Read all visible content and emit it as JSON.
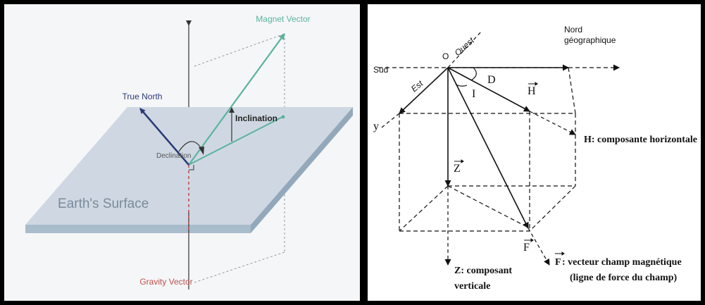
{
  "left_panel": {
    "labels": {
      "magnet_vector": "Magnet Vector",
      "true_north": "True North",
      "inclination": "Inclination",
      "declination": "Declination",
      "earth_surface": "Earth's Surface",
      "gravity_vector": "Gravity Vector"
    },
    "colors": {
      "magnet": "#5bb39c",
      "true_north": "#2b3a78",
      "gravity": "#c0504d",
      "plane_top": "#cfd8e2",
      "plane_side": "#a9bccc"
    }
  },
  "right_panel": {
    "labels": {
      "sud": "Sud",
      "o": "O",
      "ouest": "Ouest",
      "est": "Est",
      "nord_line1": "Nord",
      "nord_line2": "géographique",
      "d": "D",
      "i": "I",
      "h_vec": "H",
      "z_vec": "Z",
      "f_vec": "F",
      "y": "y",
      "h_desc": "H: composante horizontale",
      "z_desc_line1": "Z: composant",
      "z_desc_line2": "verticale",
      "f_desc_prefix": "F",
      "f_desc_line1": ": vecteur champ magnétique",
      "f_desc_line2": "(ligne de force du champ)"
    }
  }
}
